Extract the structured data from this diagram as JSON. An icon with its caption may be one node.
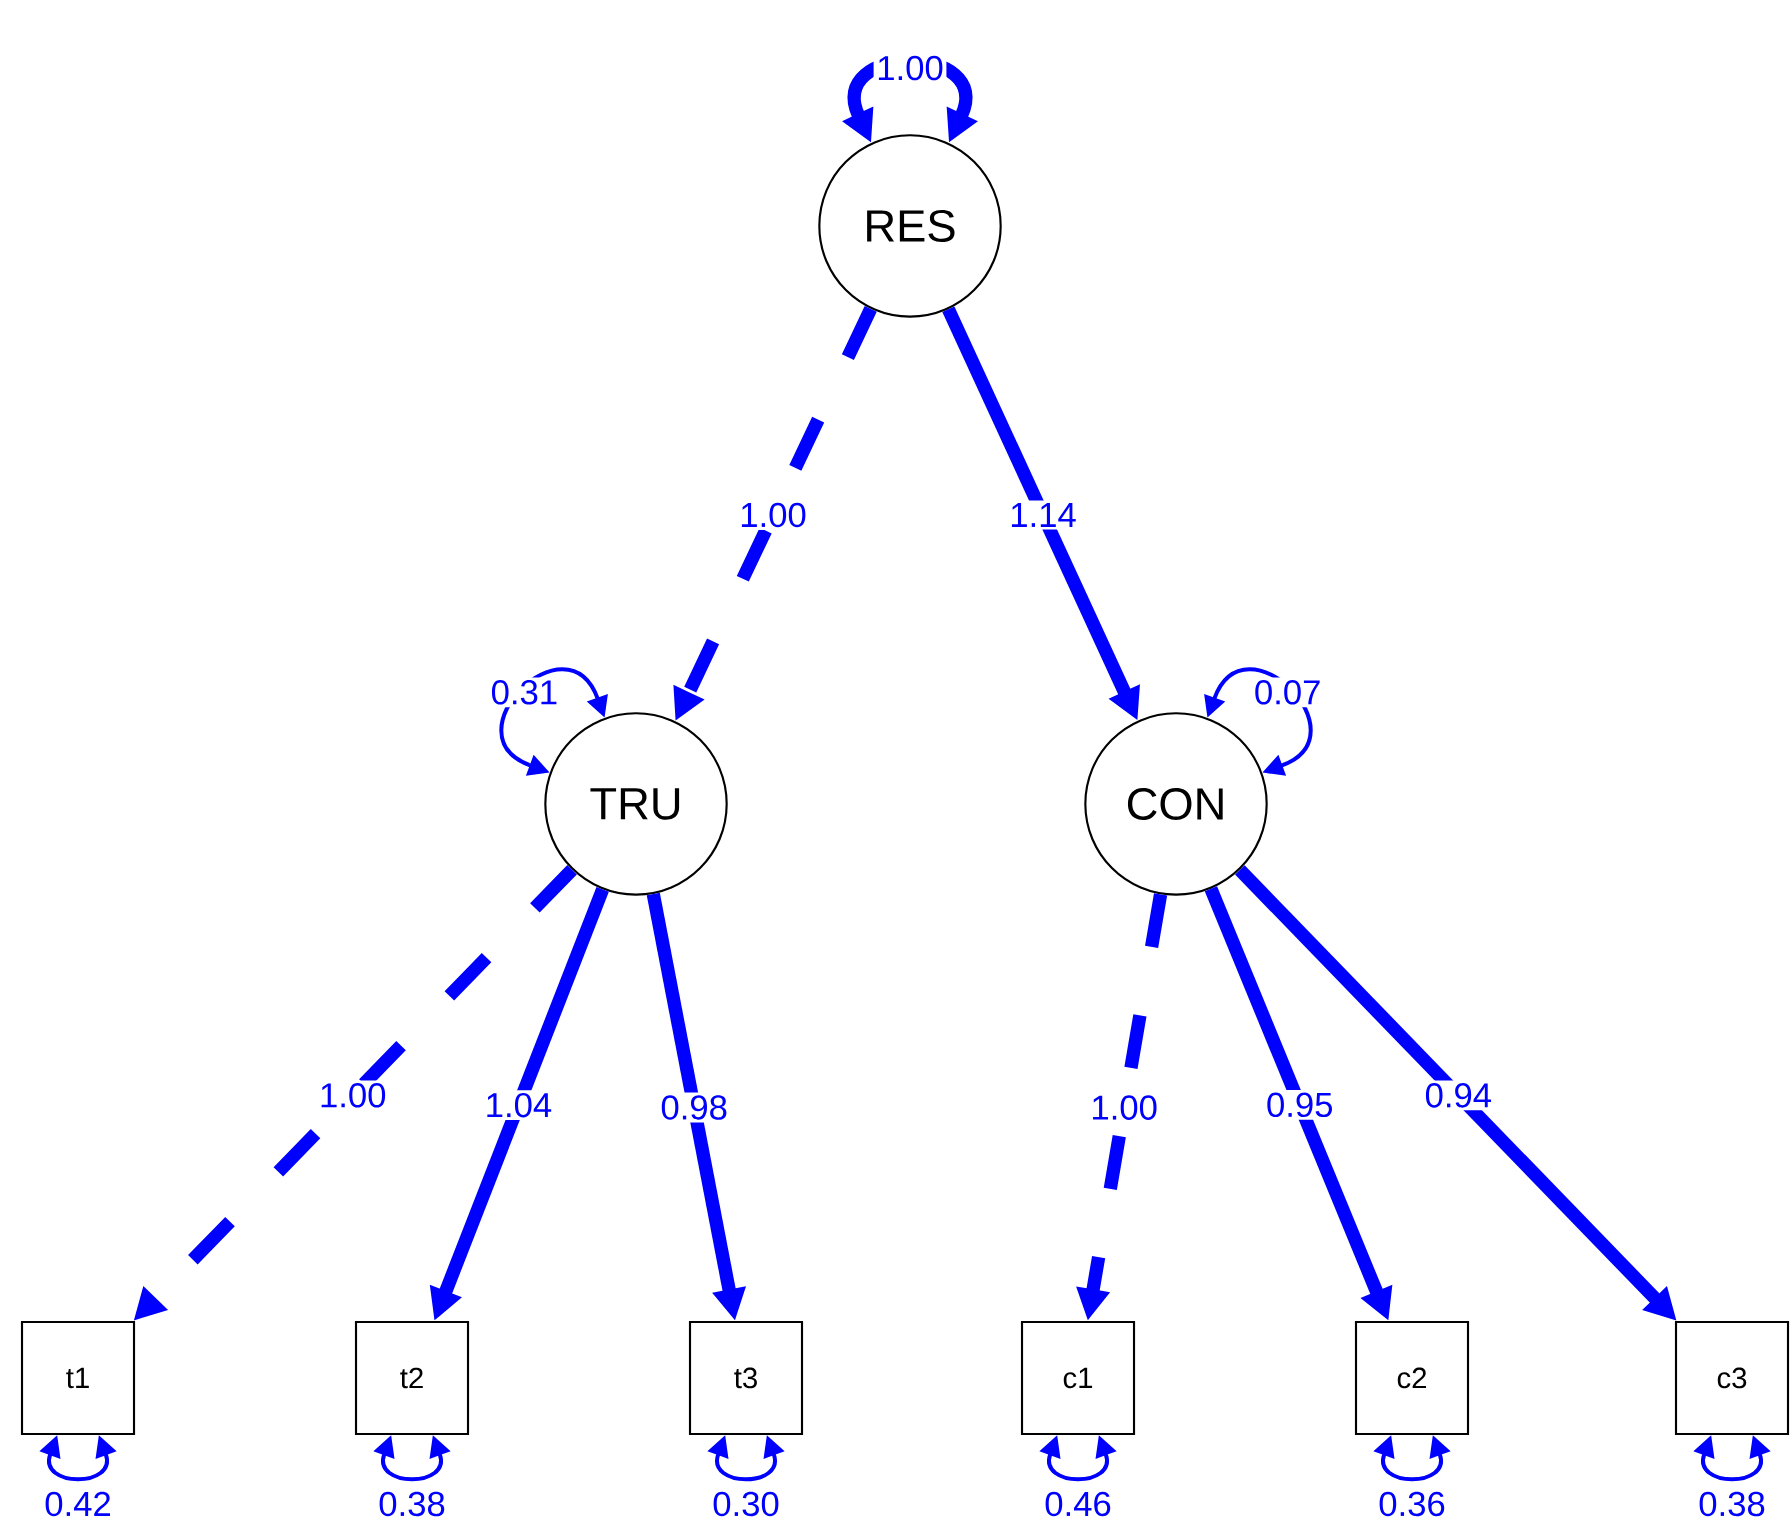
{
  "diagram": {
    "nodes": [
      {
        "text": [
          "RES"
        ]
      },
      {
        "text": [
          "TRU"
        ]
      },
      {
        "text": [
          "CON"
        ]
      },
      {
        "text": [
          "t1"
        ]
      },
      {
        "text": [
          "t2"
        ]
      },
      {
        "text": [
          "t3"
        ]
      },
      {
        "text": [
          "c1"
        ]
      },
      {
        "text": [
          "c2"
        ]
      },
      {
        "text": [
          "c3"
        ]
      }
    ],
    "edges": [
      {
        "from": 0,
        "to": 0,
        "arrow": "both",
        "label": "1.00"
      },
      {
        "from": 0,
        "to": 1,
        "arrow": "to",
        "label": "1.00",
        "style": "dashed"
      },
      {
        "from": 0,
        "to": 2,
        "arrow": "to",
        "label": "1.14"
      },
      {
        "from": 1,
        "to": 1,
        "arrow": "both",
        "label": "0.31"
      },
      {
        "from": 2,
        "to": 2,
        "arrow": "both",
        "label": "0.07"
      },
      {
        "from": 1,
        "to": 3,
        "arrow": "to",
        "label": "1.00",
        "style": "dashed"
      },
      {
        "from": 1,
        "to": 4,
        "arrow": "to",
        "label": "1.04"
      },
      {
        "from": 1,
        "to": 5,
        "arrow": "to",
        "label": "0.98"
      },
      {
        "from": 2,
        "to": 6,
        "arrow": "to",
        "label": "1.00",
        "style": "dashed"
      },
      {
        "from": 2,
        "to": 7,
        "arrow": "to",
        "label": "0.95"
      },
      {
        "from": 2,
        "to": 8,
        "arrow": "to",
        "label": "0.94"
      },
      {
        "from": 3,
        "to": 3,
        "arrow": "both",
        "label": "0.42"
      },
      {
        "from": 4,
        "to": 4,
        "arrow": "both",
        "label": "0.38"
      },
      {
        "from": 5,
        "to": 5,
        "arrow": "both",
        "label": "0.30"
      },
      {
        "from": 6,
        "to": 6,
        "arrow": "both",
        "label": "0.46"
      },
      {
        "from": 7,
        "to": 7,
        "arrow": "both",
        "label": "0.36"
      },
      {
        "from": 8,
        "to": 8,
        "arrow": "both",
        "label": "0.38"
      }
    ]
  }
}
